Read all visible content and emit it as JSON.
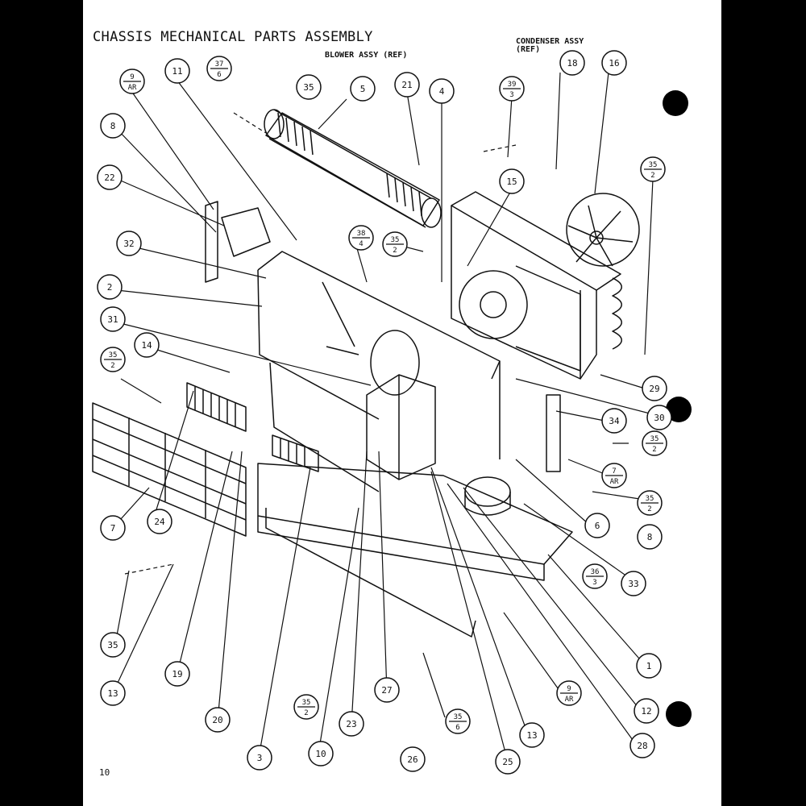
{
  "title": "CHASSIS MECHANICAL PARTS ASSEMBLY",
  "blower_ref": "BLOWER ASSY (REF)",
  "condenser_ref_line1": "CONDENSER ASSY",
  "condenser_ref_line2": "(REF)",
  "page_number": "10",
  "callouts_simple": [
    "11",
    "5",
    "35",
    "4",
    "18",
    "16",
    "8",
    "22",
    "32",
    "2",
    "31",
    "14",
    "15",
    "29",
    "30",
    "34",
    "6",
    "8",
    "33",
    "1",
    "12",
    "28",
    "13",
    "25",
    "26",
    "23",
    "10",
    "3",
    "20",
    "27",
    "19",
    "13",
    "7",
    "24",
    "21",
    "35"
  ],
  "callouts_fraction": [
    {
      "top": "9",
      "bottom": "AR"
    },
    {
      "top": "37",
      "bottom": "6"
    },
    {
      "top": "39",
      "bottom": "3"
    },
    {
      "top": "35",
      "bottom": "2"
    },
    {
      "top": "38",
      "bottom": "4"
    },
    {
      "top": "35",
      "bottom": "2"
    },
    {
      "top": "35",
      "bottom": "2"
    },
    {
      "top": "35",
      "bottom": "2"
    },
    {
      "top": "7",
      "bottom": "AR"
    },
    {
      "top": "35",
      "bottom": "2"
    },
    {
      "top": "36",
      "bottom": "3"
    },
    {
      "top": "9",
      "bottom": "AR"
    },
    {
      "top": "35",
      "bottom": "6"
    },
    {
      "top": "35",
      "bottom": "2"
    }
  ]
}
